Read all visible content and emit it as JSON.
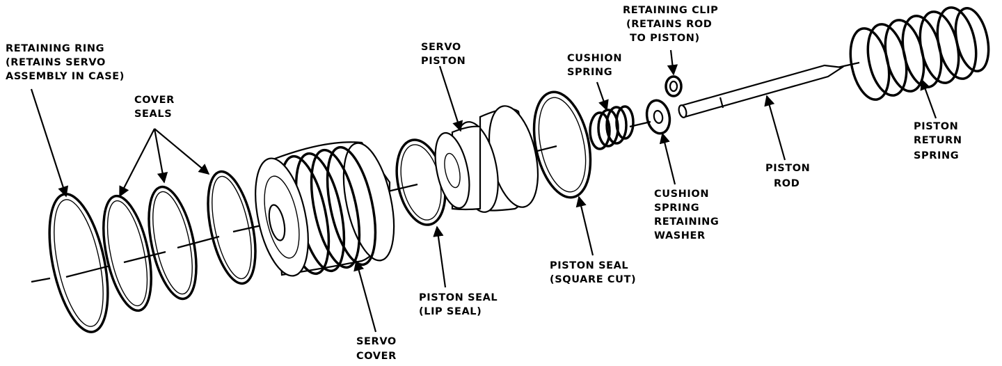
{
  "labels": {
    "retaining_ring": [
      "RETAINING RING",
      "(RETAINS SERVO",
      "ASSEMBLY IN CASE)"
    ],
    "cover_seals": [
      "COVER",
      "SEALS"
    ],
    "servo_cover": [
      "SERVO",
      "COVER"
    ],
    "piston_seal_lip": [
      "PISTON SEAL",
      "(LIP SEAL)"
    ],
    "servo_piston": [
      "SERVO",
      "PISTON"
    ],
    "piston_seal_square": [
      "PISTON SEAL",
      "(SQUARE CUT)"
    ],
    "cushion_spring": [
      "CUSHION",
      "SPRING"
    ],
    "retaining_clip": [
      "RETAINING CLIP",
      "(RETAINS ROD",
      "TO PISTON)"
    ],
    "cushion_spring_washer": [
      "CUSHION",
      "SPRING",
      "RETAINING",
      "WASHER"
    ],
    "piston_rod": [
      "PISTON",
      "ROD"
    ],
    "piston_return_spring": [
      "PISTON",
      "RETURN",
      "SPRING"
    ]
  }
}
